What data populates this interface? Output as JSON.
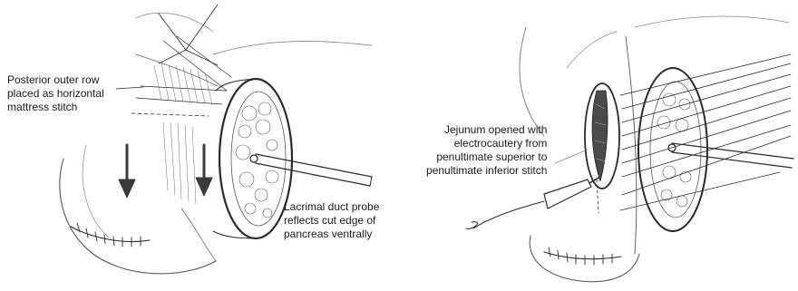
{
  "figure": {
    "stroke_color": "#2a2a2a",
    "shade_color": "#6a6a6a",
    "background": "#ffffff",
    "labels": {
      "posterior_outer_row": [
        "Posterior outer row",
        "placed as horizontal",
        "mattress stitch"
      ],
      "lacrimal_duct_probe": [
        "Lacrimal duct probe",
        "reflects cut edge of",
        "pancreas ventrally"
      ],
      "jejunum_opened": [
        "Jejunum opened with",
        "electrocautery from",
        "penultimate superior to",
        "penultimate inferior stitch"
      ]
    }
  }
}
